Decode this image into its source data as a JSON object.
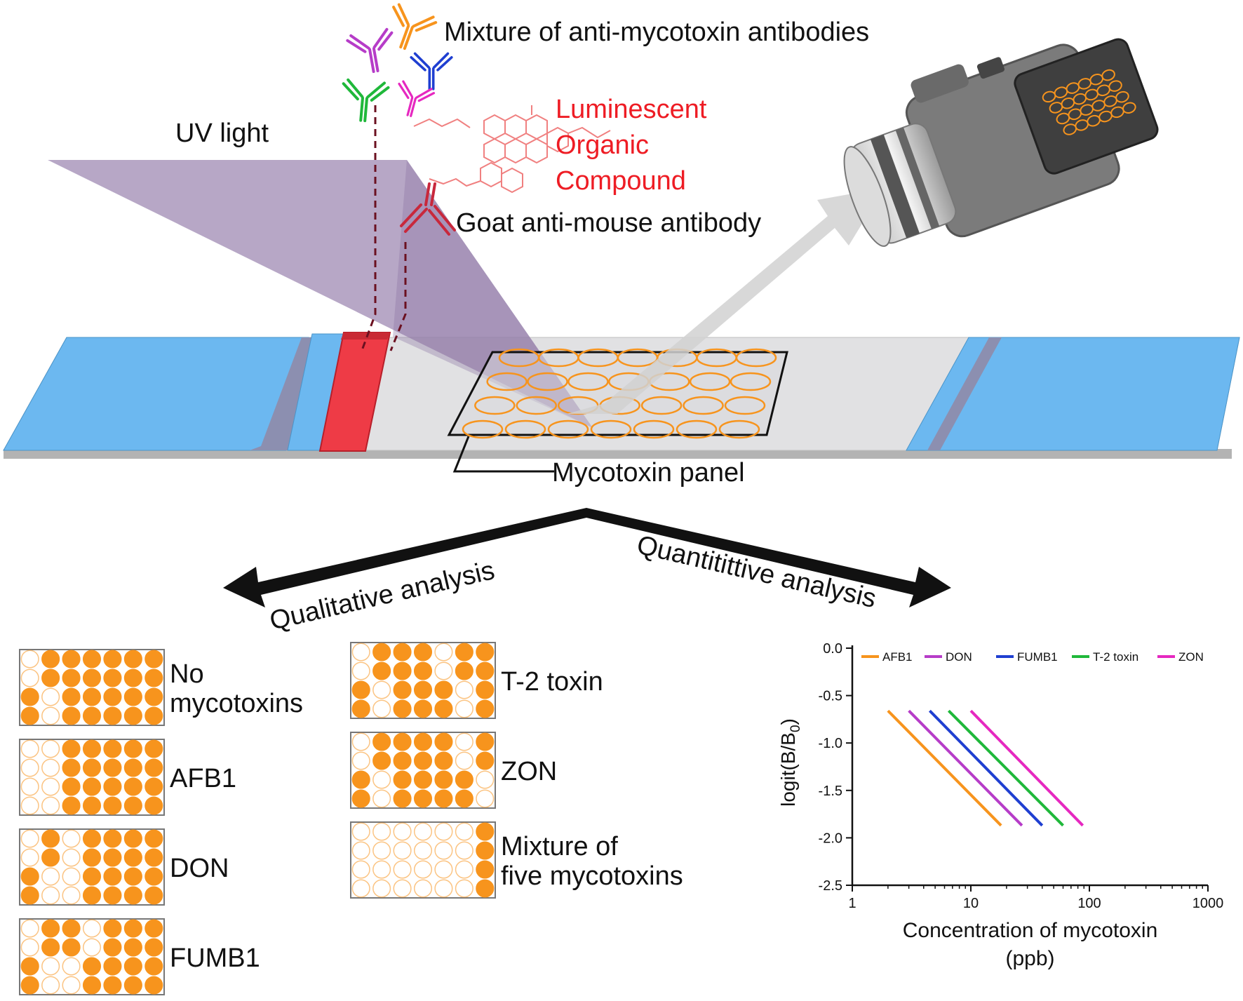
{
  "labels": {
    "antibody_mixture": "Mixture of anti-mycotoxin antibodies",
    "uv_light": "UV light",
    "luminescent_line1": "Luminescent",
    "luminescent_line2": "Organic",
    "luminescent_line3": "Compound",
    "goat_antibody": "Goat anti-mouse antibody",
    "panel": "Mycotoxin panel",
    "qualitative": "Qualitative analysis",
    "quantitative": "Quantitittive analysis"
  },
  "colors": {
    "orange": "#f7941d",
    "strip_blue": "#6cb8f0",
    "strip_red": "#ee3b46",
    "uv_purple": "#9b85b0",
    "luminescent_red": "#ee1c24",
    "dark_red": "#8b1a2b"
  },
  "panels": [
    {
      "label_lines": [
        "No",
        "mycotoxins"
      ],
      "rows": [
        [
          0,
          1,
          1,
          1,
          1,
          1,
          1
        ],
        [
          0,
          1,
          1,
          1,
          1,
          1,
          1
        ],
        [
          1,
          0,
          1,
          1,
          1,
          1,
          1
        ],
        [
          1,
          0,
          1,
          1,
          1,
          1,
          1
        ]
      ]
    },
    {
      "label_lines": [
        "AFB1"
      ],
      "rows": [
        [
          0,
          0,
          1,
          1,
          1,
          1,
          1
        ],
        [
          0,
          0,
          1,
          1,
          1,
          1,
          1
        ],
        [
          0,
          0,
          1,
          1,
          1,
          1,
          1
        ],
        [
          0,
          0,
          1,
          1,
          1,
          1,
          1
        ]
      ]
    },
    {
      "label_lines": [
        "DON"
      ],
      "rows": [
        [
          0,
          1,
          0,
          1,
          1,
          1,
          1
        ],
        [
          0,
          1,
          0,
          1,
          1,
          1,
          1
        ],
        [
          1,
          0,
          0,
          1,
          1,
          1,
          1
        ],
        [
          1,
          0,
          0,
          1,
          1,
          1,
          1
        ]
      ]
    },
    {
      "label_lines": [
        "FUMB1"
      ],
      "rows": [
        [
          0,
          1,
          1,
          0,
          1,
          1,
          1
        ],
        [
          0,
          1,
          1,
          0,
          1,
          1,
          1
        ],
        [
          1,
          0,
          0,
          1,
          1,
          1,
          1
        ],
        [
          1,
          0,
          0,
          1,
          1,
          1,
          1
        ]
      ]
    },
    {
      "label_lines": [
        "T-2 toxin"
      ],
      "rows": [
        [
          0,
          1,
          1,
          1,
          0,
          1,
          1
        ],
        [
          0,
          1,
          1,
          1,
          0,
          1,
          1
        ],
        [
          1,
          0,
          1,
          1,
          1,
          0,
          1
        ],
        [
          1,
          0,
          1,
          1,
          1,
          0,
          1
        ]
      ]
    },
    {
      "label_lines": [
        "ZON"
      ],
      "rows": [
        [
          0,
          1,
          1,
          1,
          1,
          0,
          1
        ],
        [
          0,
          1,
          1,
          1,
          1,
          0,
          1
        ],
        [
          1,
          0,
          1,
          1,
          1,
          1,
          0
        ],
        [
          1,
          0,
          1,
          1,
          1,
          1,
          0
        ]
      ]
    },
    {
      "label_lines": [
        "Mixture of",
        "five mycotoxins"
      ],
      "rows": [
        [
          0,
          0,
          0,
          0,
          0,
          0,
          1
        ],
        [
          0,
          0,
          0,
          0,
          0,
          0,
          1
        ],
        [
          0,
          0,
          0,
          0,
          0,
          0,
          1
        ],
        [
          0,
          0,
          0,
          0,
          0,
          0,
          1
        ]
      ]
    }
  ],
  "chart_data": {
    "type": "line",
    "xlabel": "Concentration of mycotoxin",
    "xlabel_unit": "(ppb)",
    "ylabel": "logit(B/B",
    "ylabel_sub": "0",
    "ylabel_close": ")",
    "x_scale": "log",
    "xlim": [
      1,
      1000
    ],
    "ylim": [
      -2.5,
      0
    ],
    "x_ticks": [
      1,
      10,
      100,
      1000
    ],
    "x_tick_labels": [
      "1",
      "10",
      "100",
      "1000"
    ],
    "y_ticks": [
      0,
      -0.5,
      -1,
      -1.5,
      -2,
      -2.5
    ],
    "y_tick_labels": [
      "0.0",
      "-0.5",
      "-1.0",
      "-1.5",
      "-2.0",
      "-2.5"
    ],
    "legend_position": "top",
    "series": [
      {
        "name": "AFB1",
        "color": "#f7941d",
        "x": [
          2.0,
          18
        ],
        "y": [
          -0.66,
          -1.87
        ]
      },
      {
        "name": "DON",
        "color": "#b63cc8",
        "x": [
          3.0,
          27
        ],
        "y": [
          -0.66,
          -1.87
        ]
      },
      {
        "name": "FUMB1",
        "color": "#1f3fd1",
        "x": [
          4.5,
          40
        ],
        "y": [
          -0.66,
          -1.87
        ]
      },
      {
        "name": "T-2 toxin",
        "color": "#1fb83a",
        "x": [
          6.5,
          60
        ],
        "y": [
          -0.66,
          -1.87
        ]
      },
      {
        "name": "ZON",
        "color": "#e628c0",
        "x": [
          10,
          88
        ],
        "y": [
          -0.66,
          -1.87
        ]
      }
    ]
  }
}
